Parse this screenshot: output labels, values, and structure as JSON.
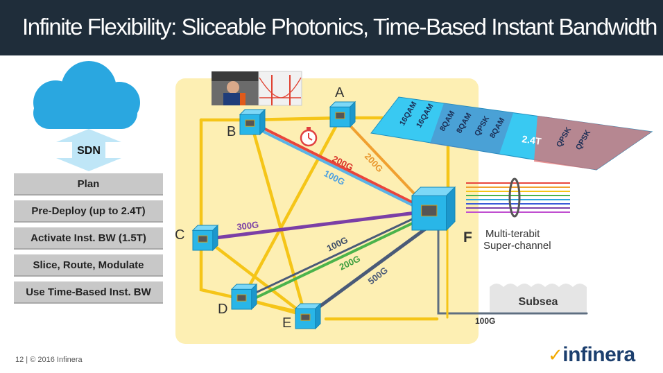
{
  "header": {
    "title": "Infinite Flexibility: Sliceable Photonics, Time-Based Instant Bandwidth"
  },
  "sidebar": {
    "sdn_label": "SDN",
    "steps": [
      "Plan",
      "Pre-Deploy (up to 2.4T)",
      "Activate Inst. BW (1.5T)",
      "Slice, Route, Modulate",
      "Use Time-Based Inst. BW"
    ]
  },
  "nodes": {
    "a": "A",
    "b": "B",
    "c": "C",
    "d": "D",
    "e": "E",
    "f": "F"
  },
  "links": {
    "b_f_200": "200G",
    "b_f_100": "100G",
    "a_f_200": "200G",
    "c_f_300": "300G",
    "d_f_100": "100G",
    "d_f_200": "200G",
    "e_f_500": "500G",
    "subsea_100": "100G"
  },
  "spectrum_labels": [
    "16QAM",
    "16QAM",
    "8QAM",
    "8QAM",
    "QPSK",
    "8QAM",
    "2.4T",
    "QPSK",
    "QPSK"
  ],
  "superchannel": {
    "line1": "Multi-terabit",
    "line2": "Super-channel"
  },
  "subsea_label": "Subsea",
  "footer": {
    "page": "12",
    "copyright": "© 2016 Infinera",
    "brand": "infinera"
  },
  "colors": {
    "header_bg": "#1f2d3a",
    "panel_bg": "#fdefb3",
    "fiber": "#f5c518",
    "link_red": "#e8453c",
    "link_blue": "#5bb3e6",
    "link_orange": "#f0a030",
    "link_purple": "#7b3fa6",
    "link_green": "#4bb34b",
    "link_slate": "#4a5a78",
    "node": "#29b6e8",
    "spectrum": "#39c9f2"
  }
}
